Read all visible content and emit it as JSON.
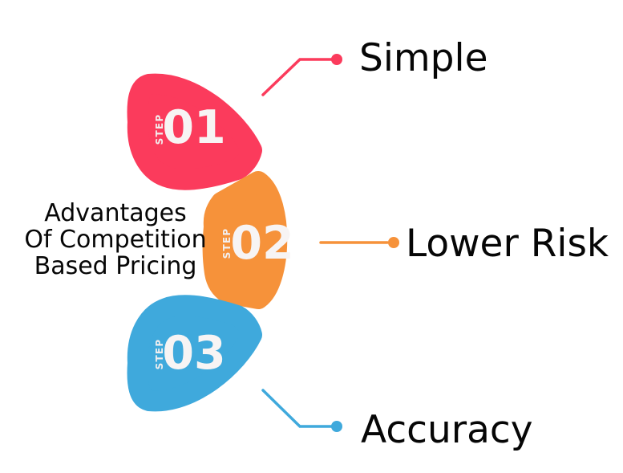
{
  "title": {
    "line1": "Advantages",
    "line2": "Of Competition",
    "line3": "Based Pricing"
  },
  "steps": [
    {
      "step_word": "STEP",
      "number": "01",
      "label": "Simple",
      "color": "#FB3B5C"
    },
    {
      "step_word": "STEP",
      "number": "02",
      "label": "Lower Risk",
      "color": "#F6923A"
    },
    {
      "step_word": "STEP",
      "number": "03",
      "label": "Accuracy",
      "color": "#3FA9DC"
    }
  ],
  "colors": {
    "background": "#FFFFFF",
    "title_text": "#060606",
    "label_text": "#060606",
    "step_number_text": "#F7F4F4",
    "step_word_text": "#F2EFEF"
  }
}
